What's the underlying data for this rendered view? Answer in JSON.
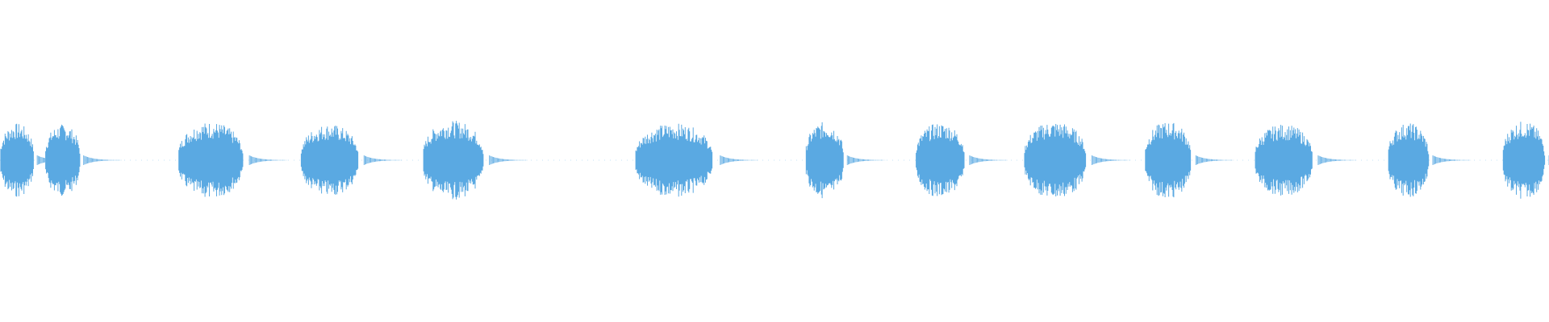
{
  "waveform": {
    "color": "#5aa9e2",
    "segments": [
      {
        "start": 0.0,
        "end": 0.024,
        "amplitude": 0.82
      },
      {
        "start": 0.029,
        "end": 0.054,
        "amplitude": 0.8
      },
      {
        "start": 0.115,
        "end": 0.161,
        "amplitude": 0.85
      },
      {
        "start": 0.194,
        "end": 0.235,
        "amplitude": 0.8
      },
      {
        "start": 0.273,
        "end": 0.316,
        "amplitude": 0.88
      },
      {
        "start": 0.41,
        "end": 0.465,
        "amplitude": 0.82
      },
      {
        "start": 0.52,
        "end": 0.547,
        "amplitude": 0.85
      },
      {
        "start": 0.591,
        "end": 0.626,
        "amplitude": 0.83
      },
      {
        "start": 0.661,
        "end": 0.705,
        "amplitude": 0.86
      },
      {
        "start": 0.739,
        "end": 0.772,
        "amplitude": 0.86
      },
      {
        "start": 0.81,
        "end": 0.851,
        "amplitude": 0.8
      },
      {
        "start": 0.896,
        "end": 0.925,
        "amplitude": 0.83
      },
      {
        "start": 0.97,
        "end": 1.0,
        "amplitude": 0.87
      }
    ]
  }
}
